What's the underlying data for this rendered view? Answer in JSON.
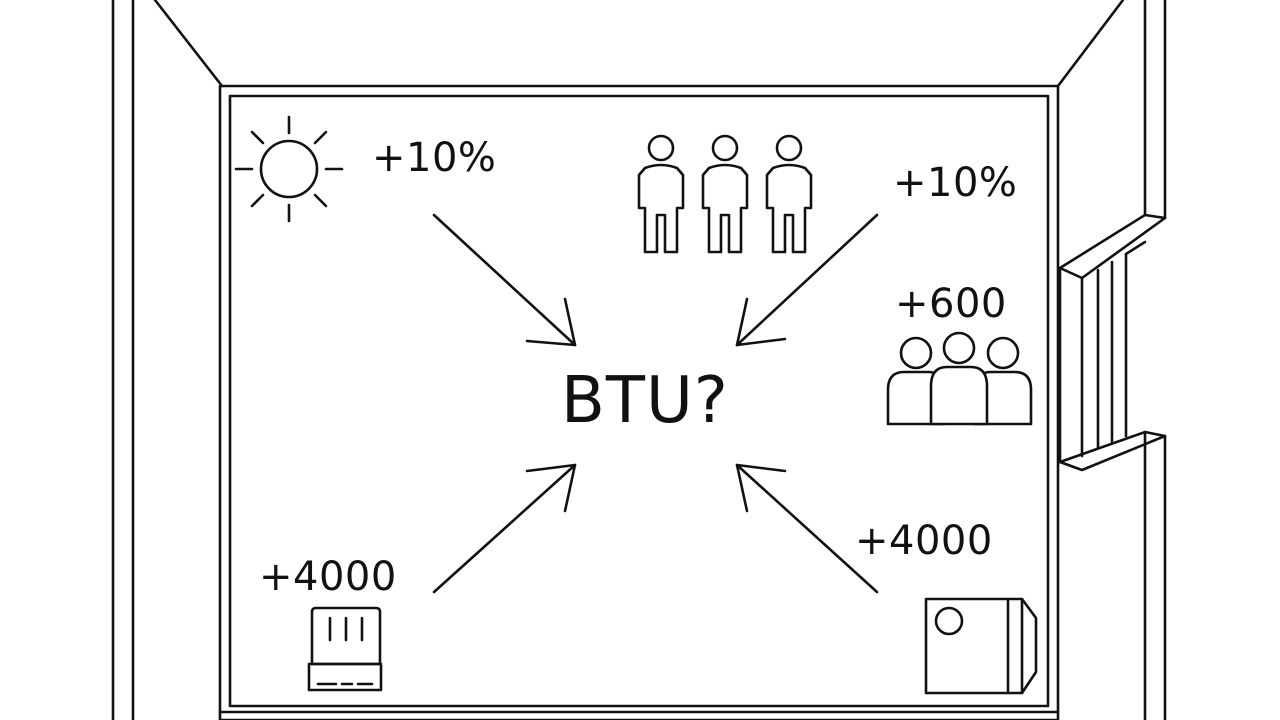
{
  "diagram": {
    "center_label": "BTU?",
    "factors": [
      {
        "id": "sunlight",
        "label": "+10%",
        "icon": "sun-icon"
      },
      {
        "id": "occupants",
        "label": "+10%",
        "icon": "three-people-icon"
      },
      {
        "id": "group",
        "label": "+600",
        "icon": "group-of-people-icon"
      },
      {
        "id": "heater",
        "label": "+4000",
        "icon": "heater-icon"
      },
      {
        "id": "appliance",
        "label": "+4000",
        "icon": "appliance-icon"
      }
    ]
  },
  "colors": {
    "line": "#111111",
    "background": "#ffffff"
  }
}
